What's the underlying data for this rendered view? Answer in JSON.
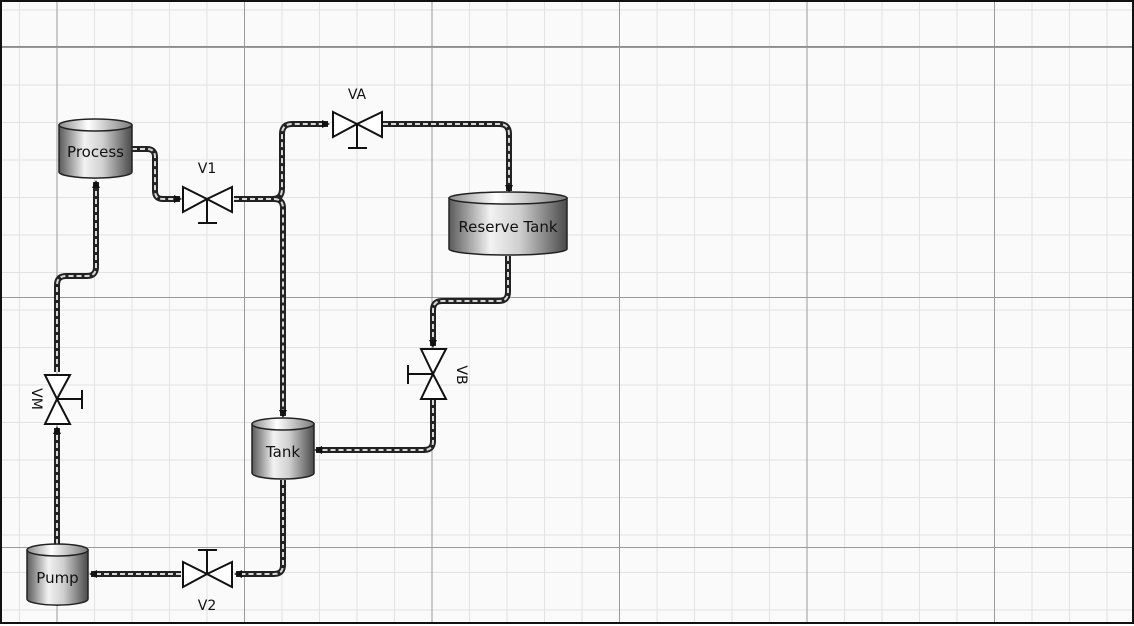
{
  "diagram": {
    "equipment": {
      "process": "Process",
      "reserve_tank": "Reserve Tank",
      "tank": "Tank",
      "pump": "Pump"
    },
    "valves": {
      "v1": "V1",
      "va": "VA",
      "vb": "VB",
      "vm": "VM",
      "v2": "V2"
    }
  }
}
